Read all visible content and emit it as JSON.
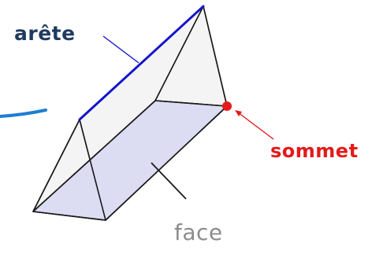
{
  "labels": {
    "arete": "arête",
    "sommet": "sommet",
    "face": "face"
  },
  "colors": {
    "arete_text": "#1f3a5f",
    "sommet_text": "#e41a1a",
    "face_text": "#8c8c8c",
    "highlighted_edge": "#1414cc",
    "vertex_marker": "#e41a1a",
    "face_fill": "#dcdcf3",
    "prism_fill": "#f4f4f4",
    "outline": "#1a1a1a",
    "partial_arrow": "#1f7fd0"
  }
}
